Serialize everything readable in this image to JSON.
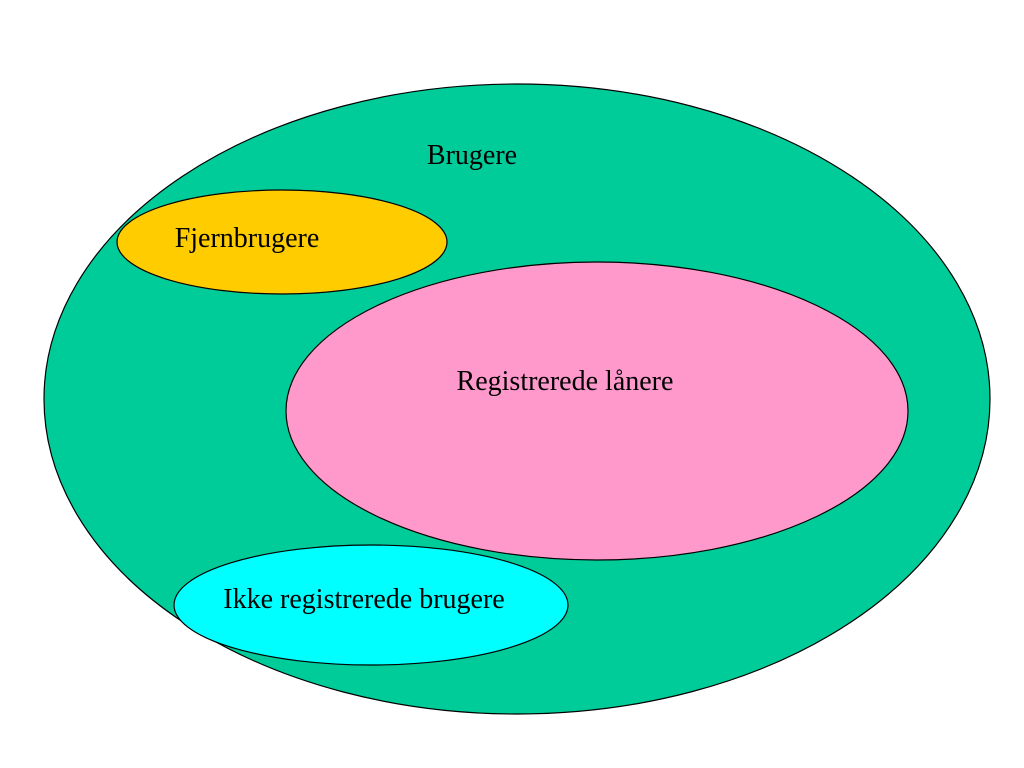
{
  "diagram": {
    "sets": {
      "brugere": {
        "label": "Brugere",
        "color": "#00CC99"
      },
      "fjernbrugere": {
        "label": "Fjernbrugere",
        "color": "#FFCC00"
      },
      "registrerede": {
        "label": "Registrerede lånere",
        "color": "#FF99CC"
      },
      "ikke_registrerede": {
        "label": "Ikke registrerede brugere",
        "color": "#00FFFF"
      }
    }
  }
}
